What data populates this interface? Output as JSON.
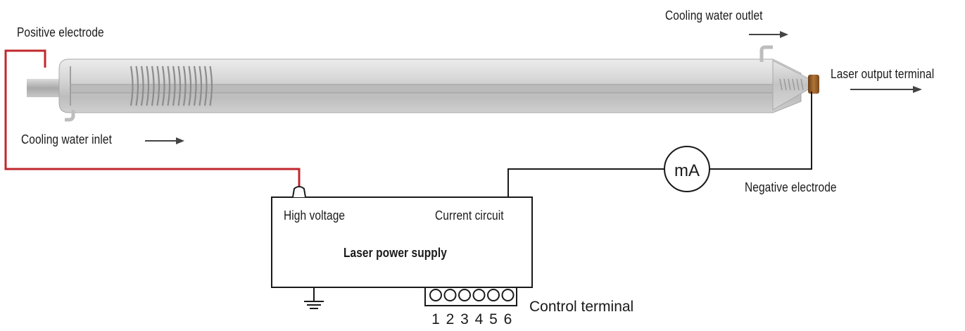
{
  "labels": {
    "positive_electrode": "Positive electrode",
    "cooling_water_outlet": "Cooling water outlet",
    "laser_output_terminal": "Laser output terminal",
    "cooling_water_inlet": "Cooling water inlet",
    "negative_electrode": "Negative electrode",
    "high_voltage": "High voltage",
    "current_circuit": "Current circuit",
    "laser_power_supply": "Laser power supply",
    "control_terminal": "Control terminal",
    "milliammeter": "mA"
  },
  "control_terminal_pins": [
    "1",
    "2",
    "3",
    "4",
    "5",
    "6"
  ],
  "colors": {
    "positive_wire": "#c0282d",
    "wire": "#1a1a1a",
    "tube_body": "#cfcfcf",
    "output_tip": "#a0662a"
  }
}
